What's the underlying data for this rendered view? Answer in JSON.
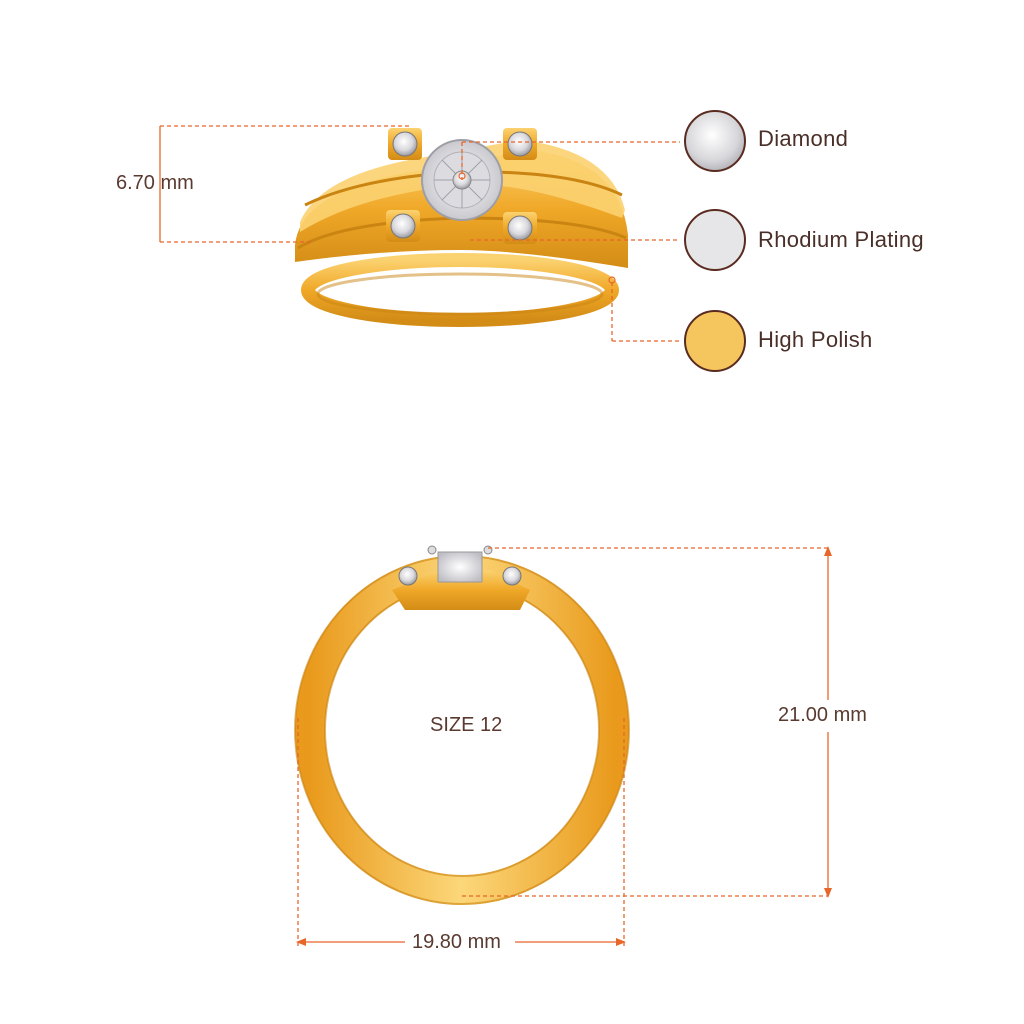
{
  "dimensions": {
    "top_height": "6.70 mm",
    "ring_height": "21.00 mm",
    "ring_width": "19.80 mm"
  },
  "size_label": "SIZE 12",
  "legend": [
    {
      "name": "Diamond",
      "color": "#f3f3f3",
      "icon": "diamond-icon"
    },
    {
      "name": "Rhodium Plating",
      "color": "#e6e6e8",
      "icon": "rhodium-swatch-icon"
    },
    {
      "name": "High Polish",
      "color": "#f5c65e",
      "icon": "gold-swatch-icon"
    }
  ],
  "colors": {
    "gold": "#f0a828",
    "gold_dark": "#c98412",
    "dimension_line": "#e8662a",
    "text": "#5a3a30"
  }
}
